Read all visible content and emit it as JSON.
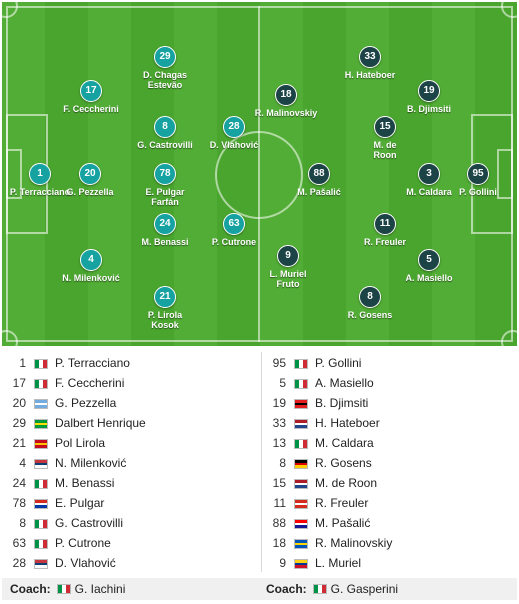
{
  "flags": {
    "italy": [
      "#009246",
      "#ffffff",
      "#ce2b37"
    ],
    "argentina": [
      "#74acdf",
      "#ffffff",
      "#74acdf"
    ],
    "brazil": [
      "#009b3a",
      "#fedf00",
      "#009b3a"
    ],
    "spain": [
      "#c60b1e",
      "#ffc400",
      "#c60b1e"
    ],
    "serbia": [
      "#c6363c",
      "#0c4076",
      "#ffffff"
    ],
    "chile": [
      "#d52b1e",
      "#ffffff",
      "#0039a6"
    ],
    "albania": [
      "#e41e20",
      "#000000",
      "#e41e20"
    ],
    "netherlands": [
      "#ae1c28",
      "#ffffff",
      "#21468b"
    ],
    "germany": [
      "#000000",
      "#dd0000",
      "#ffce00"
    ],
    "switzerland": [
      "#d52b1e",
      "#ffffff",
      "#d52b1e"
    ],
    "croatia": [
      "#ff0000",
      "#ffffff",
      "#171796"
    ],
    "ukraine": [
      "#0057b7",
      "#ffd700",
      "#0057b7"
    ],
    "colombia": [
      "#fcd116",
      "#003893",
      "#ce1126"
    ]
  },
  "pitch": {
    "home": [
      {
        "number": "1",
        "name": [
          "P. Terracciano"
        ]
      },
      {
        "number": "17",
        "name": [
          "F. Ceccherini"
        ]
      },
      {
        "number": "20",
        "name": [
          "G. Pezzella"
        ]
      },
      {
        "number": "4",
        "name": [
          "N. Milenković"
        ]
      },
      {
        "number": "29",
        "name": [
          "D. Chagas",
          "Estevão"
        ]
      },
      {
        "number": "8",
        "name": [
          "G. Castrovilli"
        ]
      },
      {
        "number": "78",
        "name": [
          "E. Pulgar",
          "Farfán"
        ]
      },
      {
        "number": "24",
        "name": [
          "M. Benassi"
        ]
      },
      {
        "number": "21",
        "name": [
          "P. Lirola",
          "Kosok"
        ]
      },
      {
        "number": "28",
        "name": [
          "D. Vlahović"
        ]
      },
      {
        "number": "63",
        "name": [
          "P. Cutrone"
        ]
      }
    ],
    "away": [
      {
        "number": "95",
        "name": [
          "P. Gollini"
        ]
      },
      {
        "number": "19",
        "name": [
          "B. Djimsiti"
        ]
      },
      {
        "number": "3",
        "name": [
          "M. Caldara"
        ]
      },
      {
        "number": "5",
        "name": [
          "A. Masiello"
        ]
      },
      {
        "number": "33",
        "name": [
          "H. Hateboer"
        ]
      },
      {
        "number": "15",
        "name": [
          "M. de",
          "Roon"
        ]
      },
      {
        "number": "11",
        "name": [
          "R. Freuler"
        ]
      },
      {
        "number": "8",
        "name": [
          "R. Gosens"
        ]
      },
      {
        "number": "18",
        "name": [
          "R. Malinovskiy"
        ]
      },
      {
        "number": "88",
        "name": [
          "M. Pašalić"
        ]
      },
      {
        "number": "9",
        "name": [
          "L. Muriel",
          "Fruto"
        ]
      }
    ]
  },
  "lineups": {
    "home": [
      {
        "number": "1",
        "flag": "italy",
        "name": "P. Terracciano"
      },
      {
        "number": "17",
        "flag": "italy",
        "name": "F. Ceccherini"
      },
      {
        "number": "20",
        "flag": "argentina",
        "name": "G. Pezzella"
      },
      {
        "number": "29",
        "flag": "brazil",
        "name": "Dalbert Henrique"
      },
      {
        "number": "21",
        "flag": "spain",
        "name": "Pol Lirola"
      },
      {
        "number": "4",
        "flag": "serbia",
        "name": "N. Milenković"
      },
      {
        "number": "24",
        "flag": "italy",
        "name": "M. Benassi"
      },
      {
        "number": "78",
        "flag": "chile",
        "name": "E. Pulgar"
      },
      {
        "number": "8",
        "flag": "italy",
        "name": "G. Castrovilli"
      },
      {
        "number": "63",
        "flag": "italy",
        "name": "P. Cutrone"
      },
      {
        "number": "28",
        "flag": "serbia",
        "name": "D. Vlahović"
      }
    ],
    "away": [
      {
        "number": "95",
        "flag": "italy",
        "name": "P. Gollini"
      },
      {
        "number": "5",
        "flag": "italy",
        "name": "A. Masiello"
      },
      {
        "number": "19",
        "flag": "albania",
        "name": "B. Djimsiti"
      },
      {
        "number": "33",
        "flag": "netherlands",
        "name": "H. Hateboer"
      },
      {
        "number": "13",
        "flag": "italy",
        "name": "M. Caldara"
      },
      {
        "number": "8",
        "flag": "germany",
        "name": "R. Gosens"
      },
      {
        "number": "15",
        "flag": "netherlands",
        "name": "M. de Roon"
      },
      {
        "number": "11",
        "flag": "switzerland",
        "name": "R. Freuler"
      },
      {
        "number": "88",
        "flag": "croatia",
        "name": "M. Pašalić"
      },
      {
        "number": "18",
        "flag": "ukraine",
        "name": "R. Malinovskiy"
      },
      {
        "number": "9",
        "flag": "colombia",
        "name": "L. Muriel"
      }
    ]
  },
  "coaches": {
    "label": "Coach:",
    "home": {
      "flag": "italy",
      "name": "G. Iachini"
    },
    "away": {
      "flag": "italy",
      "name": "G. Gasperini"
    }
  }
}
